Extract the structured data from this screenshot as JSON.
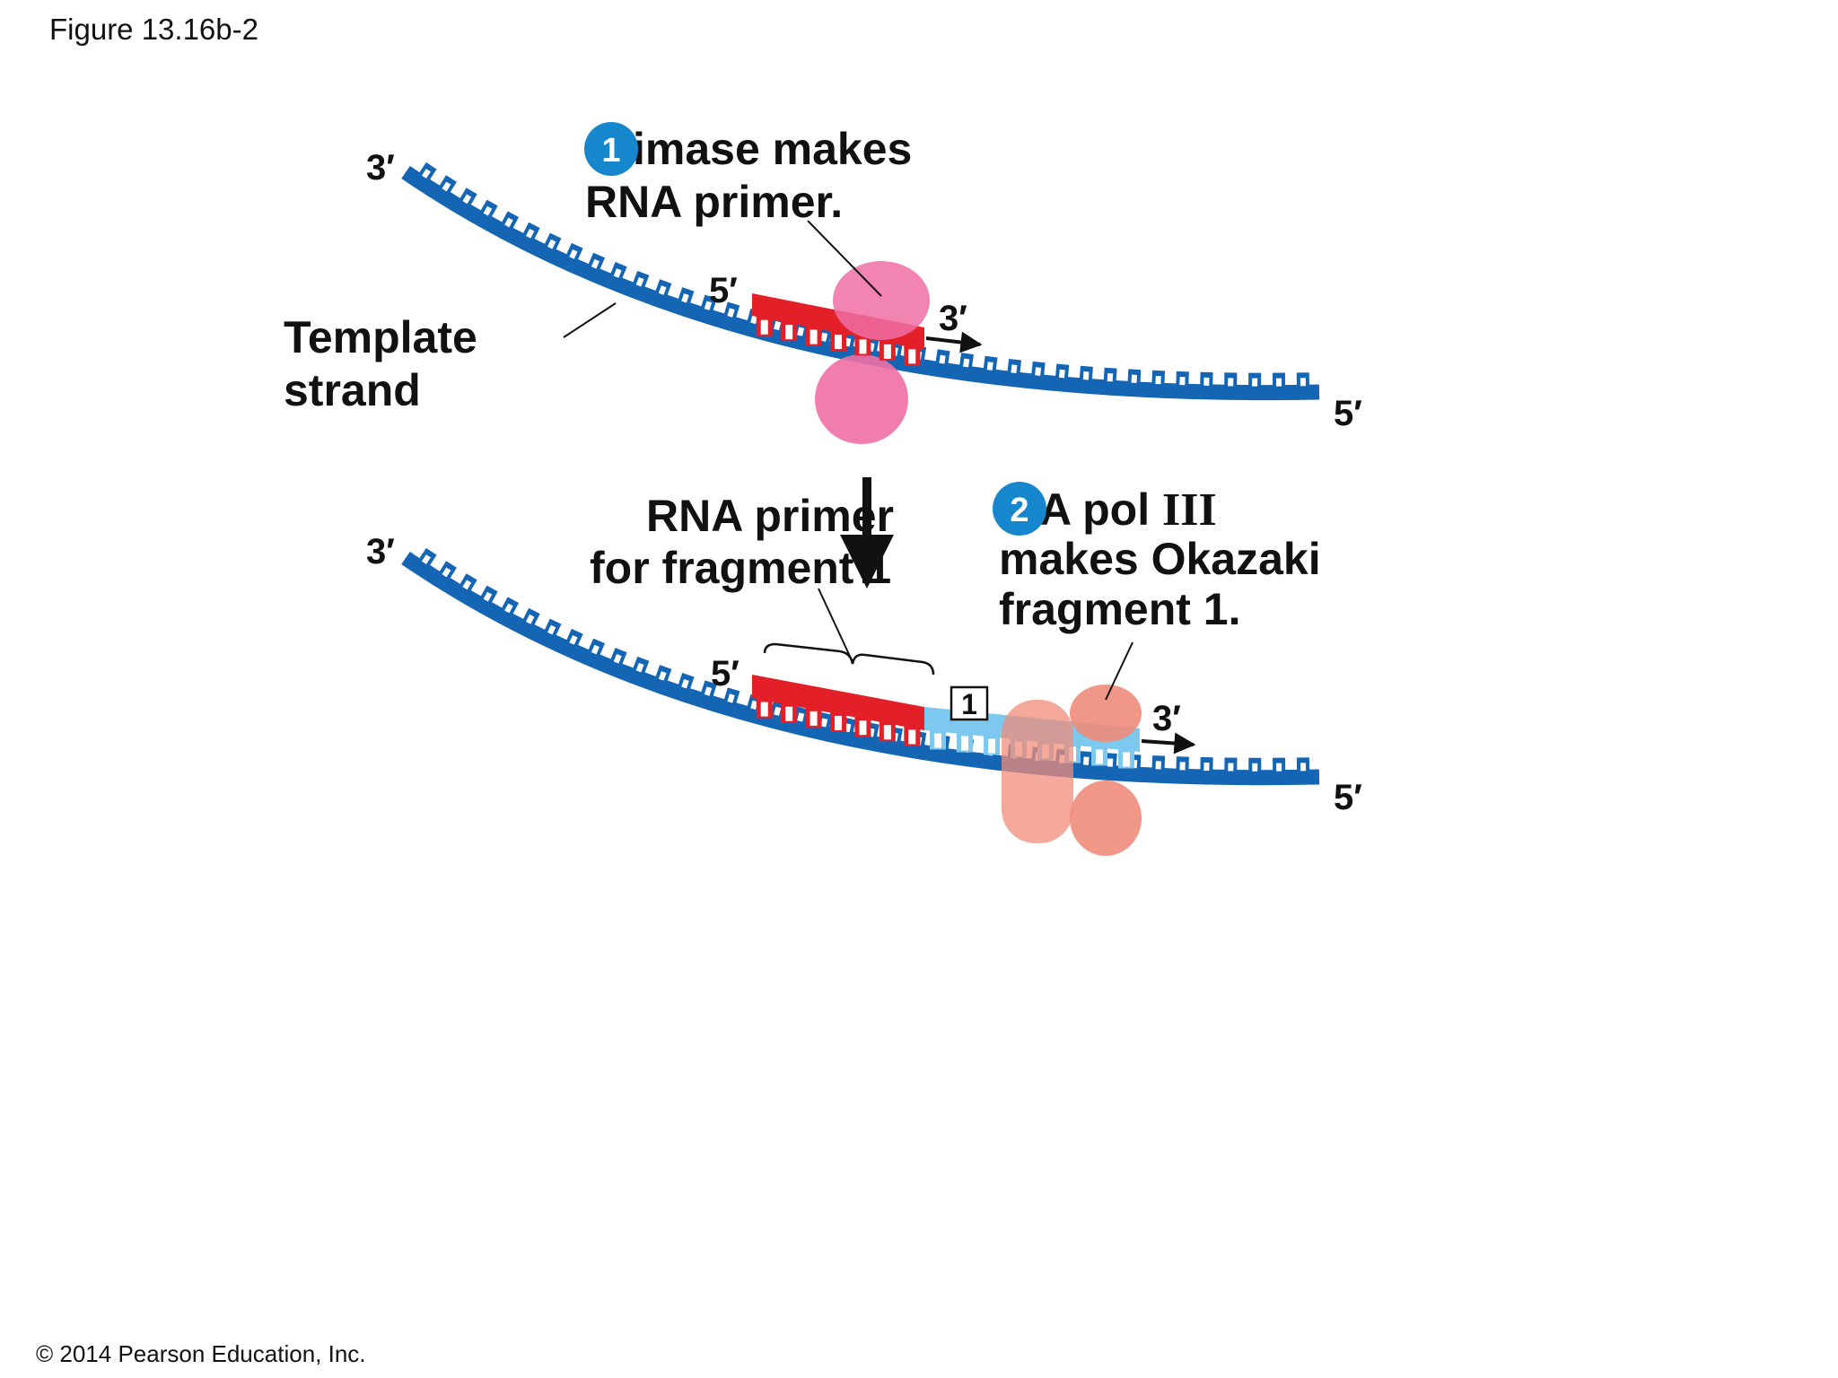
{
  "figure_title": "Figure 13.16b-2",
  "copyright": "© 2014 Pearson Education, Inc.",
  "colors": {
    "template_strand": "#1565b5",
    "rna_primer": "#e32028",
    "okazaki_fragment": "#7cc8ee",
    "primase": "#f06fa5",
    "dna_pol_iii": "#f08c7a",
    "step_badge": "#1687cc"
  },
  "top_panel": {
    "end_left": "3′",
    "end_right": "5′",
    "primer_5prime": "5′",
    "primer_3prime": "3′",
    "template_label_line1": "Template",
    "template_label_line2": "strand",
    "step_number": "1",
    "step_text_line1": "imase makes",
    "step_text_line2": "RNA primer."
  },
  "bottom_panel": {
    "end_left": "3′",
    "end_right": "5′",
    "primer_5prime": "5′",
    "fragment_3prime": "3′",
    "primer_label_line1": "RNA primer",
    "primer_label_line2": "for fragment 1",
    "fragment_box_number": "1",
    "step_number": "2",
    "step_text_line1": "A pol",
    "step_text_roman": "III",
    "step_text_line2": "makes Okazaki",
    "step_text_line3": "fragment 1."
  }
}
